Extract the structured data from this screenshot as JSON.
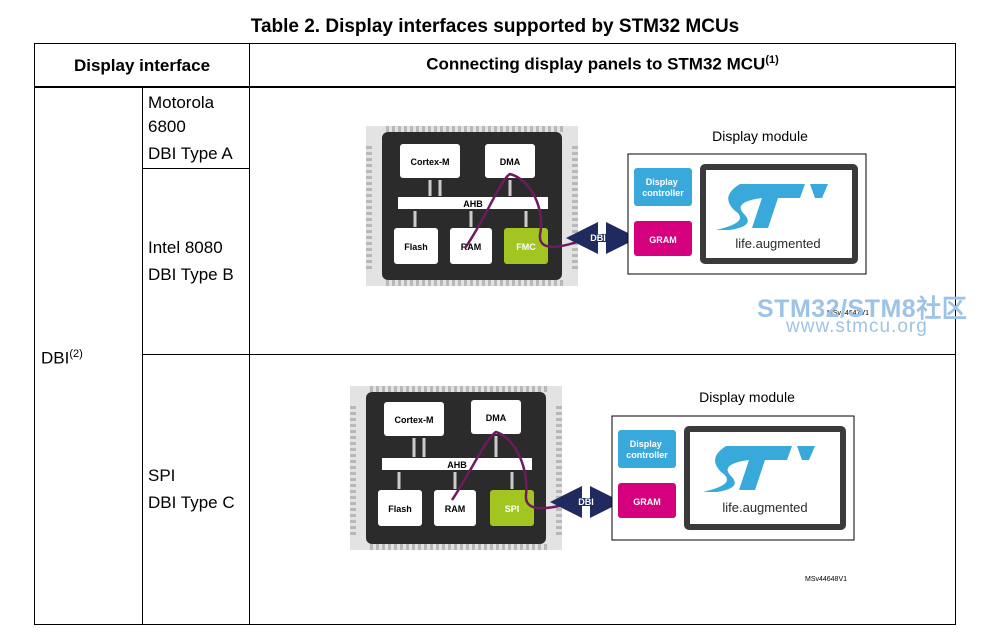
{
  "table": {
    "title": "Table 2. Display interfaces supported by STM32 MCUs",
    "col1_header": "Display interface",
    "col2_header": "Connecting display panels to STM32 MCU",
    "col2_header_note": "(1)",
    "row_label": "DBI",
    "row_label_note": "(2)",
    "sub_rows": [
      {
        "line1": "Motorola",
        "line2": "6800",
        "line3": "DBI Type A"
      },
      {
        "line1": "Intel 8080",
        "line2": "DBI Type B"
      },
      {
        "line1": "SPI",
        "line2": "DBI Type C"
      }
    ]
  },
  "diagram1": {
    "blocks": {
      "cortex": "Cortex-M",
      "dma": "DMA",
      "bus": "AHB",
      "flash": "Flash",
      "ram": "RAM",
      "periph": "FMC"
    },
    "link": "DBI",
    "module_title": "Display module",
    "controller": "Display controller",
    "gram": "GRAM",
    "logo_tagline": "life.augmented",
    "ref_code": "MSv44647V1"
  },
  "diagram2": {
    "blocks": {
      "cortex": "Cortex-M",
      "dma": "DMA",
      "bus": "AHB",
      "flash": "Flash",
      "ram": "RAM",
      "periph": "SPI"
    },
    "link": "DBI",
    "module_title": "Display module",
    "controller": "Display controller",
    "gram": "GRAM",
    "logo_tagline": "life.augmented",
    "ref_code": "MSv44648V1"
  },
  "watermark": {
    "line1": "STM32/STM8社区",
    "line2": "www.stmcu.org"
  },
  "colors": {
    "accent_blue": "#39a9dc",
    "gram_magenta": "#d4007d",
    "periph_green": "#a3c521",
    "dbi_navy": "#1f2a5e",
    "chip_dark": "#2b2b2b",
    "watermark": "#9dc3e6"
  }
}
